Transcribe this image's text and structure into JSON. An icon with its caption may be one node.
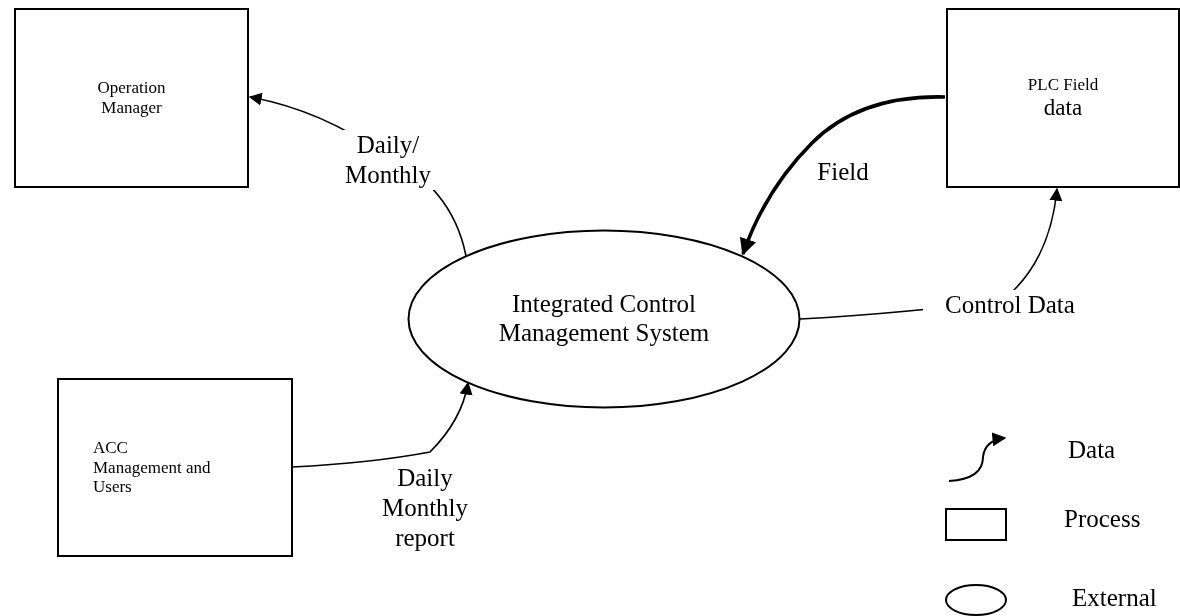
{
  "diagram": {
    "nodes": [
      {
        "text": [
          "Operation Manager"
        ]
      },
      {
        "text": [
          "PLC Field",
          "data"
        ]
      },
      {
        "text": [
          "Integrated Control Management System"
        ]
      },
      {
        "text": [
          "ACC Management and Users"
        ]
      }
    ],
    "edges": [
      {
        "from": 2,
        "to": 0,
        "arrow": "to",
        "label": "Daily/ Monthly"
      },
      {
        "from": 1,
        "to": 2,
        "arrow": "to",
        "label": "Field",
        "style": "thick"
      },
      {
        "from": 2,
        "to": 1,
        "arrow": "to",
        "label": "Control Data"
      },
      {
        "from": 3,
        "to": 2,
        "arrow": "to",
        "label": "Daily Monthly report"
      }
    ],
    "legend": [
      {
        "text": "Data"
      },
      {
        "text": "Process"
      },
      {
        "text": "External"
      }
    ]
  }
}
